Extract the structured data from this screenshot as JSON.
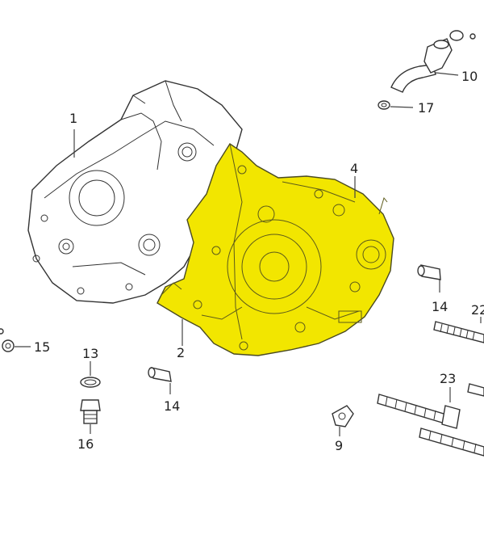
{
  "diagram": {
    "highlight_color": "#f2e600",
    "callouts": {
      "c1": "1",
      "c2": "2",
      "c4": "4",
      "c9": "9",
      "c10": "10",
      "c13": "13",
      "c14a": "14",
      "c14b": "14",
      "c15": "15",
      "c16": "16",
      "c17": "17",
      "c22": "22",
      "c23": "23"
    }
  }
}
